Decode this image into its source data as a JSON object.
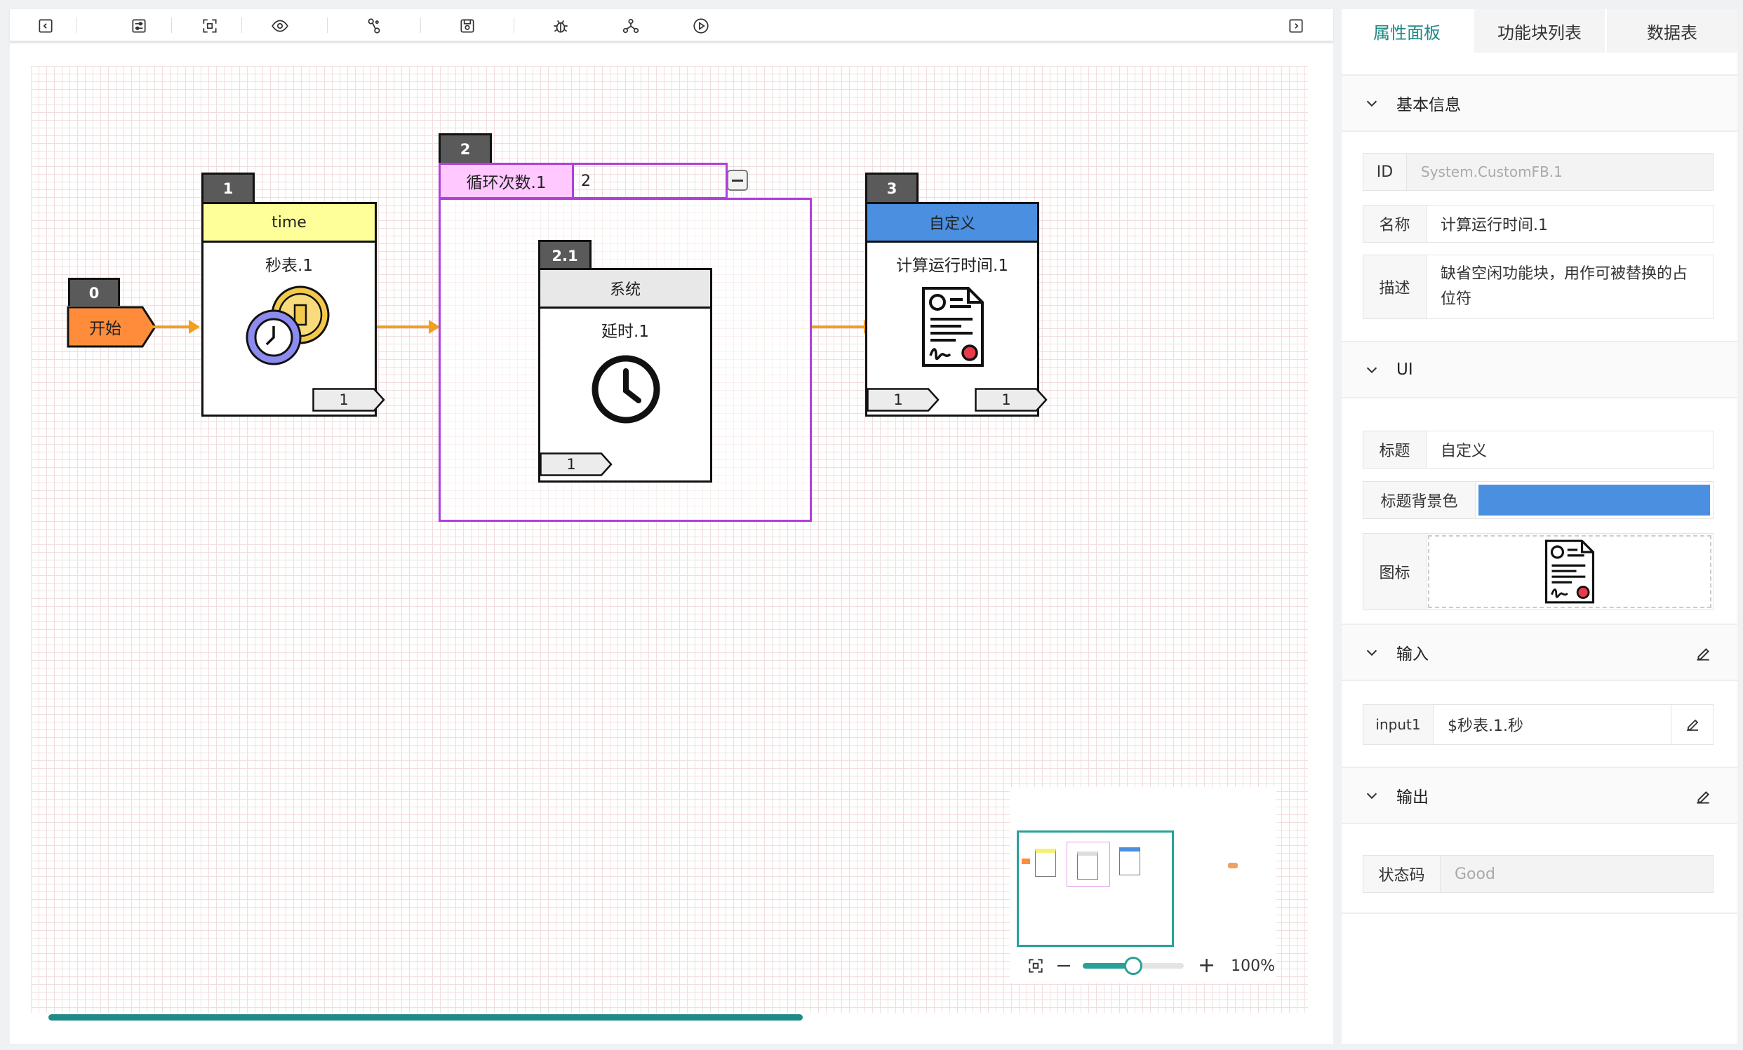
{
  "canvas": {
    "nodes": {
      "start": {
        "id": "0",
        "label": "开始",
        "color": "#ff8c3a"
      },
      "stopwatch": {
        "id": "1",
        "title": "time",
        "title_bg": "#ffff99",
        "subtitle": "秒表.1",
        "port_out": "1"
      },
      "loop": {
        "id": "2",
        "param_label": "循环次数.1",
        "param_value": "2",
        "label_bg": "#ffc8ff",
        "border": "#b040d8"
      },
      "system": {
        "id": "2.1",
        "title": "系统",
        "title_bg": "#e8e8e8",
        "subtitle": "延时.1",
        "port_out": "1"
      },
      "custom": {
        "id": "3",
        "title": "自定义",
        "title_bg": "#4a8fe0",
        "subtitle": "计算运行时间.1",
        "port_in": "1",
        "port_out": "1"
      }
    },
    "zoom": {
      "level": "100%",
      "percent": 100
    }
  },
  "panel": {
    "tabs": [
      "属性面板",
      "功能块列表",
      "数据表"
    ],
    "active_tab": 0,
    "basic": {
      "title": "基本信息",
      "id_label": "ID",
      "id_value": "System.CustomFB.1",
      "name_label": "名称",
      "name_value": "计算运行时间.1",
      "desc_label": "描述",
      "desc_value": "缺省空闲功能块，用作可被替换的占位符"
    },
    "ui": {
      "title": "UI",
      "caption_label": "标题",
      "caption_value": "自定义",
      "bg_label": "标题背景色",
      "bg_color": "#4a8fe0",
      "icon_label": "图标",
      "icon_name": "certificate-icon"
    },
    "input": {
      "title": "输入",
      "name": "input1",
      "value": "$秒表.1.秒"
    },
    "output": {
      "title": "输出",
      "status_label": "状态码",
      "status_value": "Good"
    }
  }
}
